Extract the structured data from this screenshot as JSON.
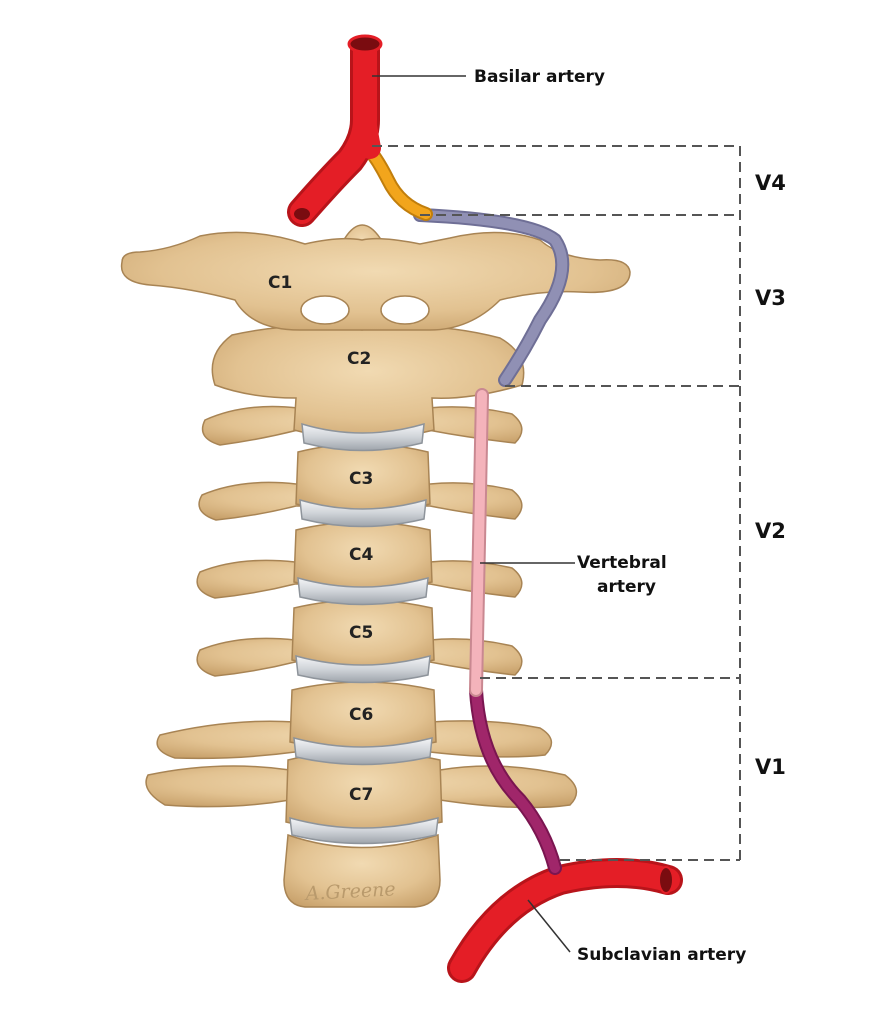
{
  "labels": {
    "basilar": "Basilar artery",
    "vertebral_line1": "Vertebral",
    "vertebral_line2": "artery",
    "subclavian": "Subclavian artery"
  },
  "segments": [
    "V4",
    "V3",
    "V2",
    "V1"
  ],
  "vertebrae": [
    "C1",
    "C2",
    "C3",
    "C4",
    "C5",
    "C6",
    "C7"
  ],
  "signature": "A.Greene",
  "colors": {
    "bone": "#e2c291",
    "bone_dark": "#a88454",
    "disc": "#cfd3d8",
    "artery_red": "#e41e26",
    "v4": "#f2a51c",
    "v3": "#9090b4",
    "v2": "#f4b3bb",
    "v1": "#a0266a",
    "dashed": "#555555"
  }
}
